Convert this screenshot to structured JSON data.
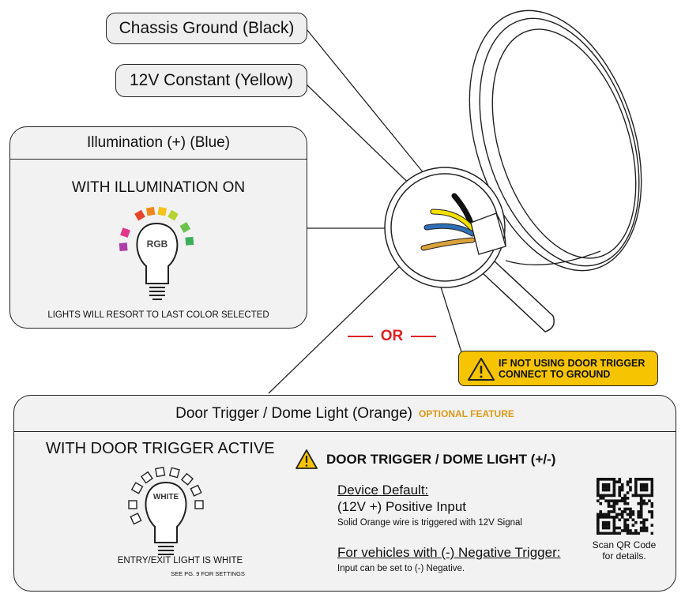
{
  "labels": {
    "chassis_ground": "Chassis Ground (Black)",
    "constant_12v": "12V Constant (Yellow)"
  },
  "illumination": {
    "title": "Illumination (+) (Blue)",
    "heading": "WITH ILLUMINATION ON",
    "bulb_text": "RGB",
    "caption": "LIGHTS WILL RESORT TO LAST COLOR SELECTED"
  },
  "or_label": "OR",
  "warning": {
    "line1": "IF NOT USING DOOR TRIGGER",
    "line2": "CONNECT TO GROUND"
  },
  "door": {
    "title": "Door Trigger / Dome Light (Orange)",
    "optional": "OPTIONAL FEATURE",
    "heading": "WITH DOOR TRIGGER ACTIVE",
    "bulb_text": "WHITE",
    "caption": "ENTRY/EXIT LIGHT IS WHITE",
    "subcaption": "SEE PG. 9 FOR SETTINGS",
    "section_title": "DOOR TRIGGER / DOME LIGHT (+/-)",
    "default_heading": "Device Default:",
    "default_value": "(12V +) Positive Input",
    "default_note": "Solid Orange wire is triggered with 12V Signal",
    "negative_heading": "For vehicles with (-) Negative Trigger:",
    "negative_note": "Input can be set to (-) Negative.",
    "qr_caption_1": "Scan QR Code",
    "qr_caption_2": "for details."
  },
  "colors": {
    "accent_red": "#dd2222",
    "optional_orange": "#d99a1a",
    "warning_yellow": "#f6c400",
    "wire_black": "#111111",
    "wire_yellow": "#f2e000",
    "wire_blue": "#2f6fb8",
    "wire_orange": "#d9a23a",
    "rgb_swatches": [
      "#e8462b",
      "#f08a1c",
      "#f5c31a",
      "#b5d331",
      "#6cc24a",
      "#3cae5a",
      "#b03ea8",
      "#e2368a"
    ]
  }
}
